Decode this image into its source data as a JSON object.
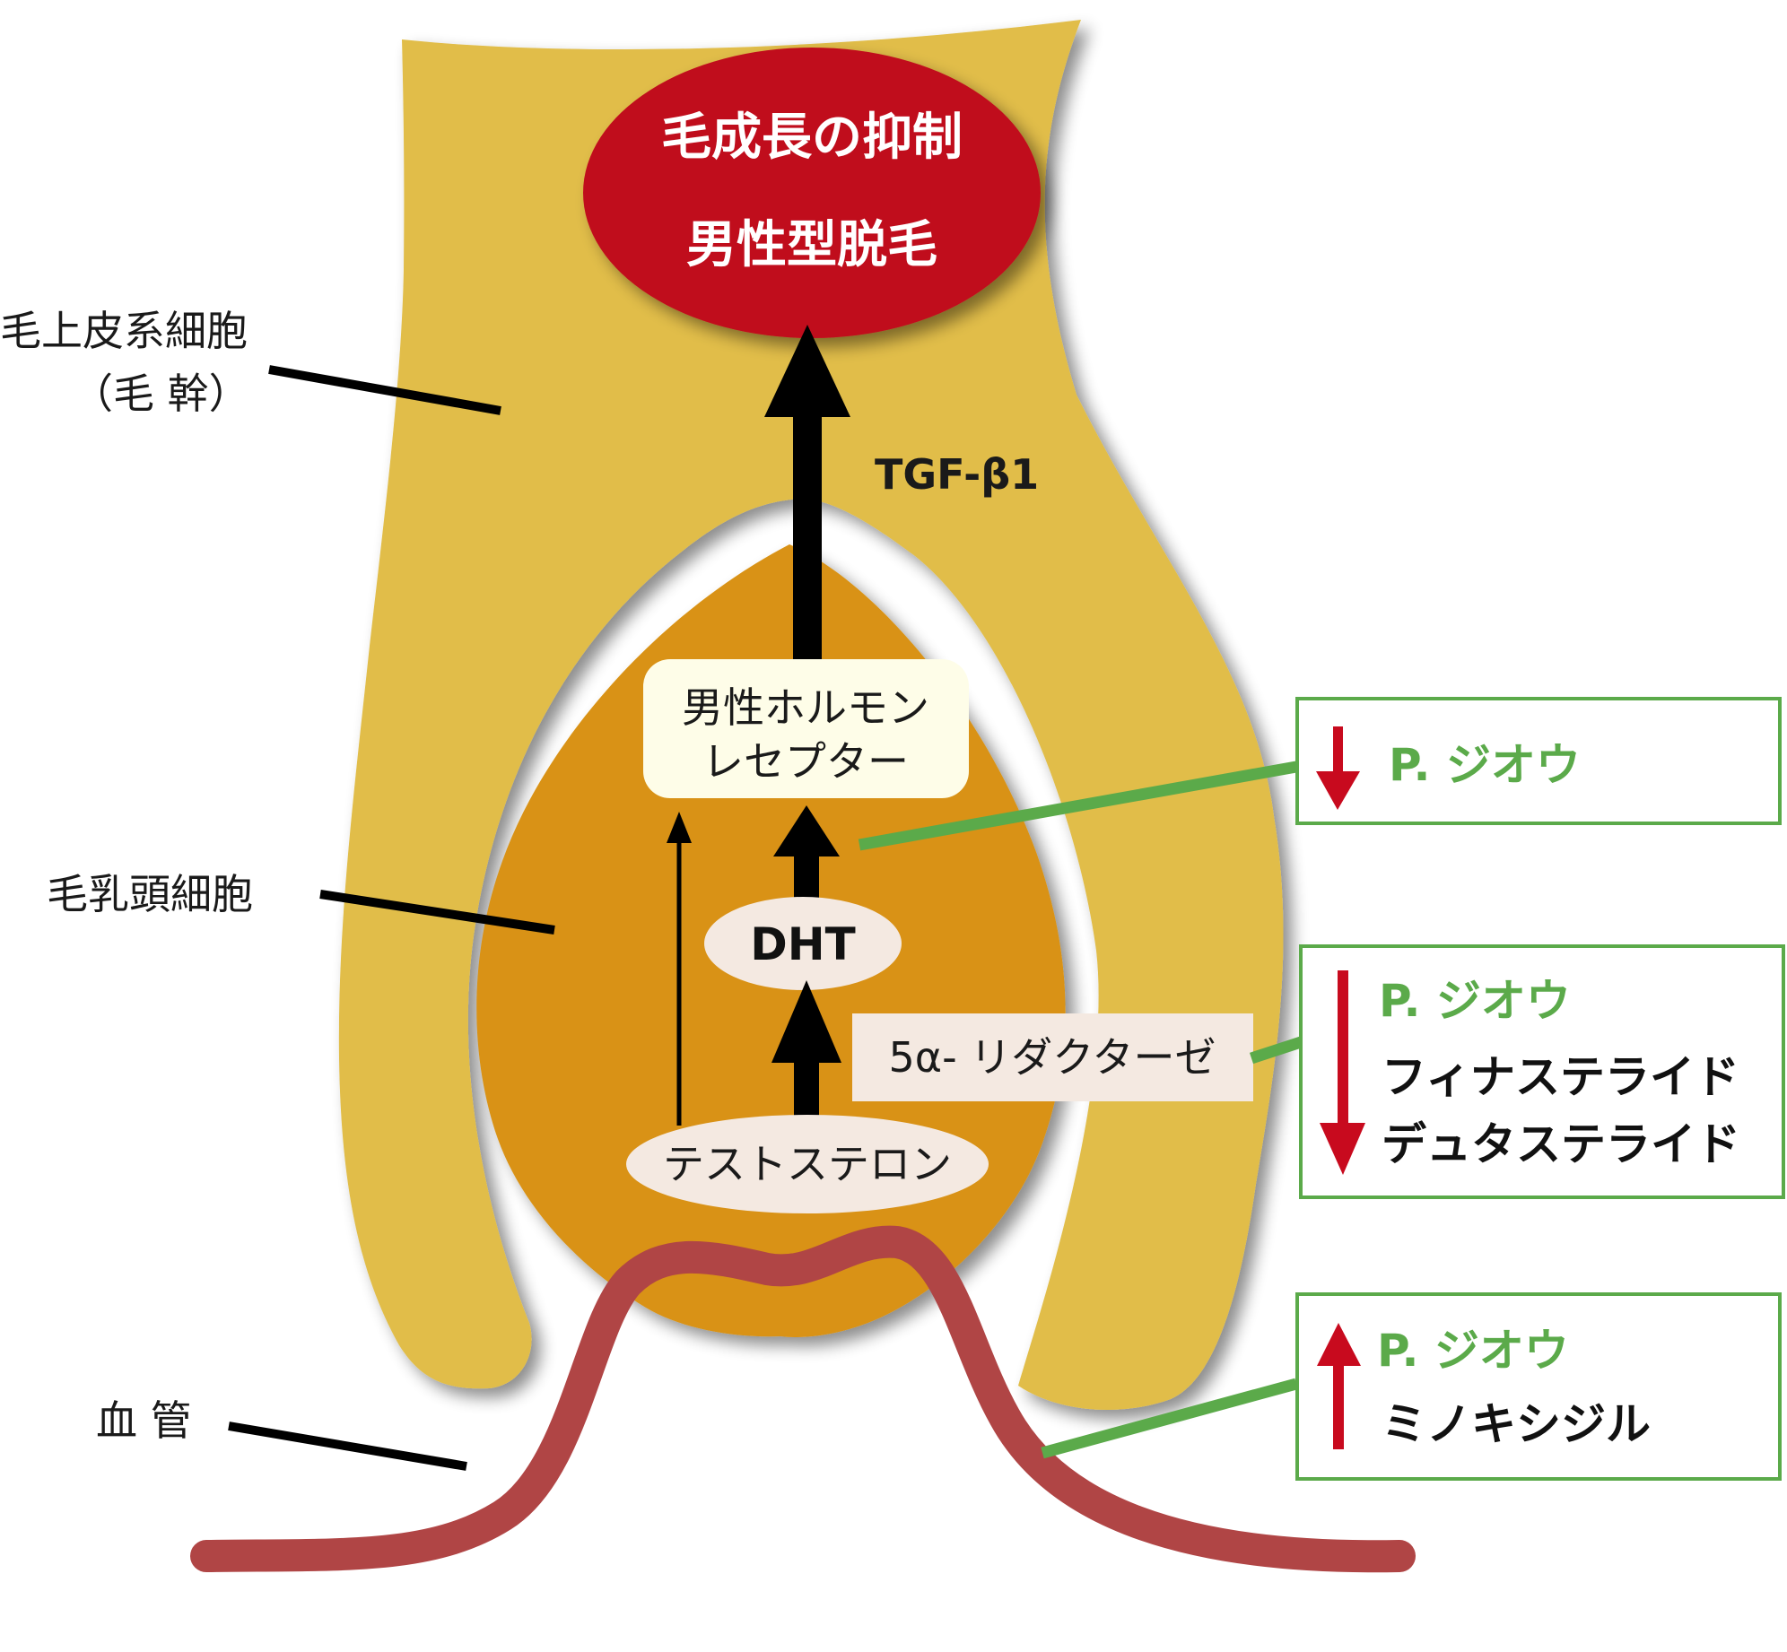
{
  "colors": {
    "hair_shaft": "#E1BD48",
    "papilla": "#D99212",
    "vessel": "#B04545",
    "result_oval": "#C00A1E",
    "receptor_box": "#FEFDE8",
    "enzyme_box": "#F4E9E1",
    "green": "#5BAA4A",
    "red_arrow": "#C80A1E",
    "black": "#000000"
  },
  "result": {
    "line1": "毛成長の抑制",
    "line2": "男性型脱毛"
  },
  "pathway": {
    "tgf_label": "TGF-β1",
    "receptor_line1": "男性ホルモン",
    "receptor_line2": "レセプター",
    "dht": "DHT",
    "enzyme": "5α- リダクターゼ",
    "testosterone": "テストステロン"
  },
  "structure_labels": {
    "hair_epithelial_line1": "毛上皮系細胞",
    "hair_epithelial_line2": "（毛 幹）",
    "dermal_papilla": "毛乳頭細胞",
    "blood_vessel": "血 管"
  },
  "boxes": {
    "receptor_box": {
      "direction": "down",
      "items": [
        "P. ジオウ"
      ]
    },
    "enzyme_box": {
      "direction": "down",
      "items": [
        "P. ジオウ",
        "フィナステライド",
        "デュタステライド"
      ]
    },
    "vessel_box": {
      "direction": "up",
      "items": [
        "P. ジオウ",
        "ミノキシジル"
      ]
    }
  },
  "icons": {
    "receptor_arrow": "down-arrow-icon",
    "enzyme_arrow": "down-arrow-icon",
    "vessel_arrow": "up-arrow-icon"
  }
}
